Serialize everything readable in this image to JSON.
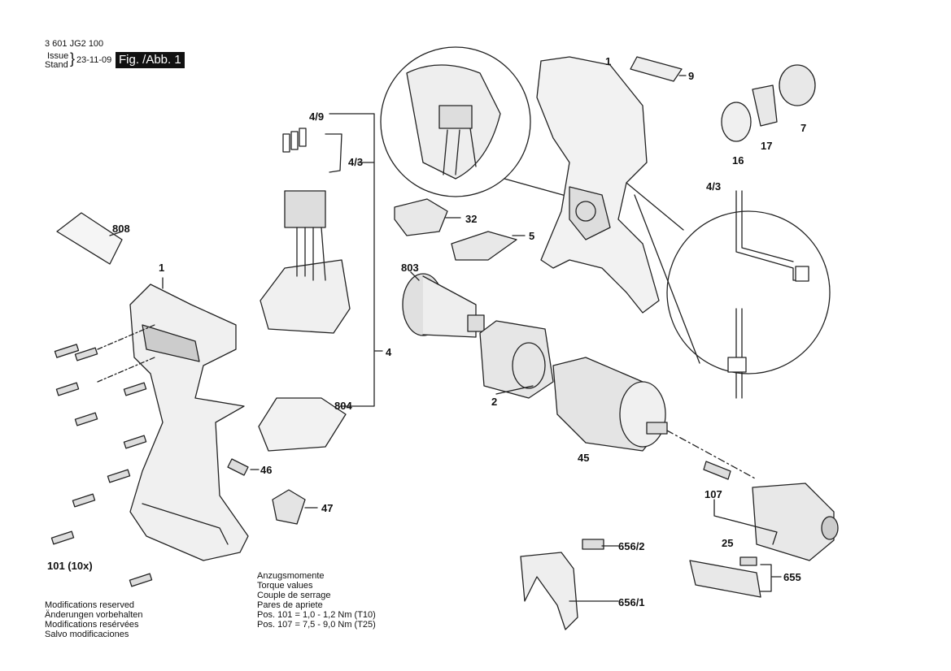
{
  "header": {
    "part_number": "3 601 JG2 100",
    "issue_label": "Issue",
    "stand_label": "Stand",
    "date": "23-11-09",
    "figure": "Fig. /Abb. 1"
  },
  "callouts": {
    "c1_top": "1",
    "c9": "9",
    "c7": "7",
    "c17": "17",
    "c16": "16",
    "c4_3_right": "4/3",
    "c4_9": "4/9",
    "c4_3_left": "4/3",
    "c808": "808",
    "c32": "32",
    "c5": "5",
    "c1_left": "1",
    "c803": "803",
    "c4": "4",
    "c2": "2",
    "c804": "804",
    "c45": "45",
    "c46": "46",
    "c107": "107",
    "c47": "47",
    "c25": "25",
    "c656_2": "656/2",
    "c101": "101 (10x)",
    "c655": "655",
    "c656_1": "656/1"
  },
  "torque": {
    "lines": [
      "Anzugsmomente",
      "Torque values",
      "Couple de serrage",
      "Pares de apriete",
      "Pos. 101  =  1,0 - 1,2 Nm (T10)",
      "Pos. 107  =  7,5 - 9,0 Nm (T25)"
    ]
  },
  "footer": {
    "lines": [
      "Modifications reserved",
      "Änderungen vorbehalten",
      "Modifications resérvées",
      "Salvo modificaciones"
    ]
  }
}
